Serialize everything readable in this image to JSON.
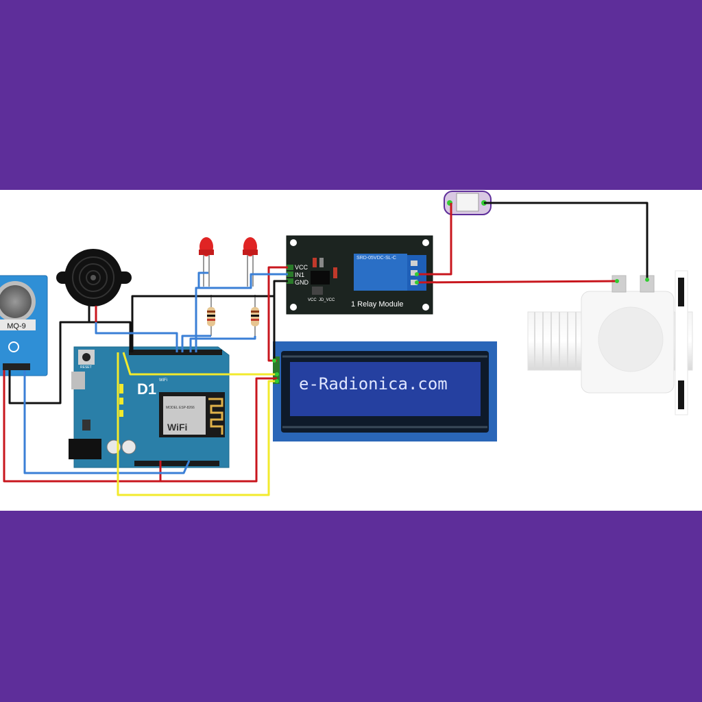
{
  "sensor": {
    "label": "MQ-9"
  },
  "relay": {
    "pin_vcc": "VCC",
    "pin_in1": "IN1",
    "pin_gnd": "GND",
    "relay_model": "SRD-05VDC-SL-C",
    "jumper_vcc": "VCC",
    "jumper_jdvcc": "JD_VCC",
    "title": "1 Relay Module"
  },
  "lcd": {
    "text": "e-Radionica.com"
  },
  "board": {
    "logo": "D1",
    "wifi_text": "WiFi",
    "reset_label": "RESET",
    "module_model": "MODEL ESP-8266"
  },
  "colors": {
    "background": "#5e2e9a",
    "wire_red": "#c8161d",
    "wire_black": "#111111",
    "wire_blue": "#3a7fd6",
    "wire_yellow": "#f2ea2c",
    "board": "#2a7fa8",
    "lcd_bg": "#2460b0",
    "lcd_panel": "#243c9e",
    "relay_pcb": "#1c2420",
    "relay_block": "#2a6fc6"
  },
  "icons": [
    "buzzer-icon",
    "led-icon",
    "resistor-icon",
    "wifi-antenna-icon",
    "solenoid-valve-icon",
    "jst-connector-icon"
  ]
}
